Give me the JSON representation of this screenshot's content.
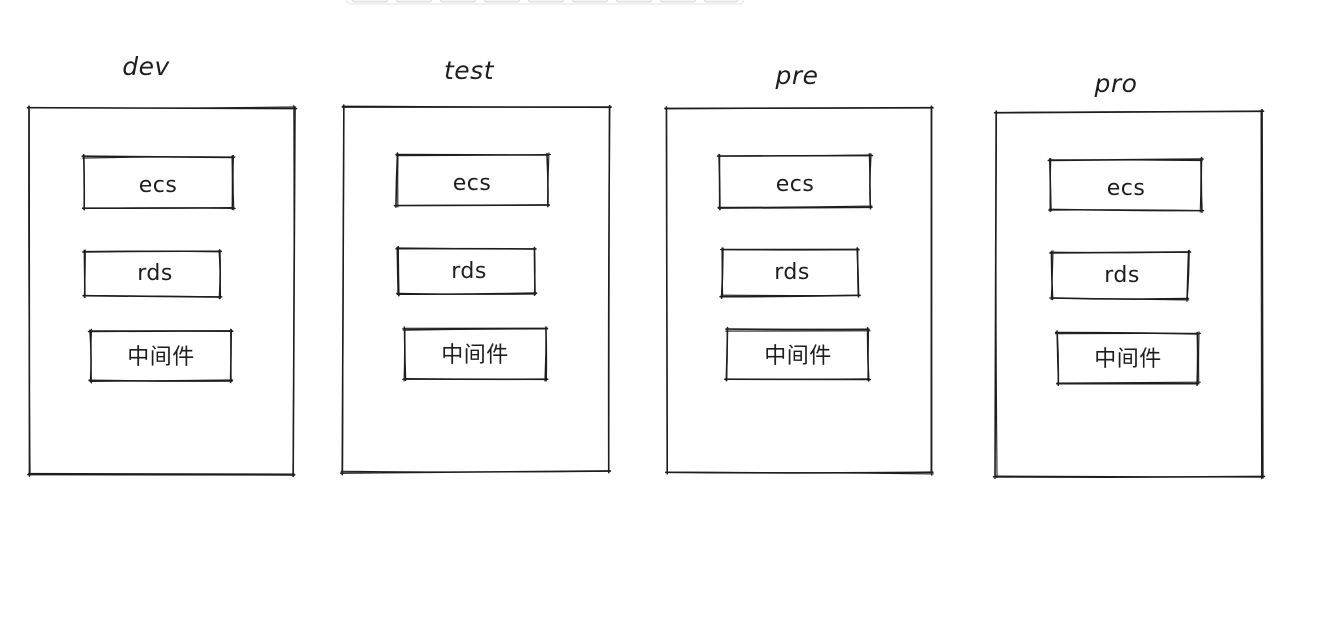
{
  "canvas": {
    "stroke_color": "#1e1e1e",
    "background": "#ffffff"
  },
  "environments": [
    {
      "name": "dev",
      "components": [
        {
          "label": "ecs"
        },
        {
          "label": "rds"
        },
        {
          "label": "中间件"
        }
      ]
    },
    {
      "name": "test",
      "components": [
        {
          "label": "ecs"
        },
        {
          "label": "rds"
        },
        {
          "label": "中间件"
        }
      ]
    },
    {
      "name": "pre",
      "components": [
        {
          "label": "ecs"
        },
        {
          "label": "rds"
        },
        {
          "label": "中间件"
        }
      ]
    },
    {
      "name": "pro",
      "components": [
        {
          "label": "ecs"
        },
        {
          "label": "rds"
        },
        {
          "label": "中间件"
        }
      ]
    }
  ]
}
